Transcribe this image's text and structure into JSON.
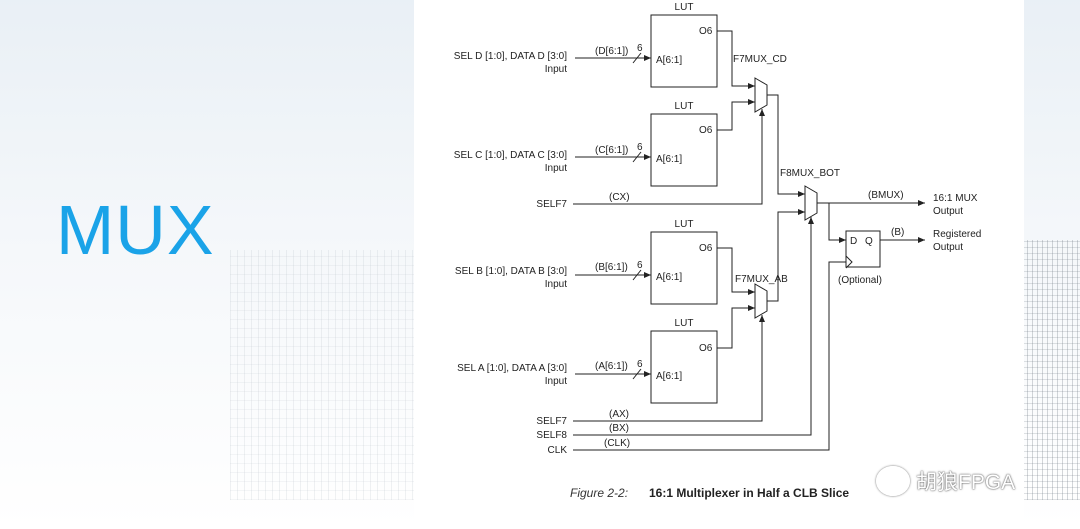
{
  "slide": {
    "title": "MUX"
  },
  "diagram": {
    "luts": [
      {
        "label": "LUT",
        "output": "O6",
        "input": "A[6:1]"
      },
      {
        "label": "LUT",
        "output": "O6",
        "input": "A[6:1]"
      },
      {
        "label": "LUT",
        "output": "O6",
        "input": "A[6:1]"
      },
      {
        "label": "LUT",
        "output": "O6",
        "input": "A[6:1]"
      }
    ],
    "inputs": [
      {
        "line1": "SEL D [1:0], DATA D [3:0]",
        "line2": "Input",
        "bus": "(D[6:1])",
        "width": "6"
      },
      {
        "line1": "SEL C [1:0], DATA C [3:0]",
        "line2": "Input",
        "bus": "(C[6:1])",
        "width": "6"
      },
      {
        "line1": "SEL B [1:0], DATA B [3:0]",
        "line2": "Input",
        "bus": "(B[6:1])",
        "width": "6"
      },
      {
        "line1": "SEL A [1:0], DATA A [3:0]",
        "line2": "Input",
        "bus": "(A[6:1])",
        "width": "6"
      }
    ],
    "muxes": {
      "f7_cd": "F7MUX_CD",
      "f7_ab": "F7MUX_AB",
      "f8_bot": "F8MUX_BOT"
    },
    "control_signals": [
      {
        "name": "SELF7",
        "net": "(CX)"
      },
      {
        "name": "SELF7",
        "net": "(AX)"
      },
      {
        "name": "SELF8",
        "net": "(BX)"
      },
      {
        "name": "CLK",
        "net": "(CLK)"
      }
    ],
    "outputs": {
      "mux_net": "(BMUX)",
      "mux_line1": "16:1 MUX",
      "mux_line2": "Output",
      "reg_net": "(B)",
      "reg_line1": "Registered",
      "reg_line2": "Output"
    },
    "flipflop": {
      "d": "D",
      "q": "Q",
      "note": "(Optional)"
    },
    "caption": {
      "figure": "Figure 2-2:",
      "text": "16:1 Multiplexer in Half a CLB Slice"
    }
  },
  "watermark": {
    "text": "胡狼FPGA"
  },
  "colors": {
    "title": "#1aa3e8",
    "line": "#222222"
  }
}
